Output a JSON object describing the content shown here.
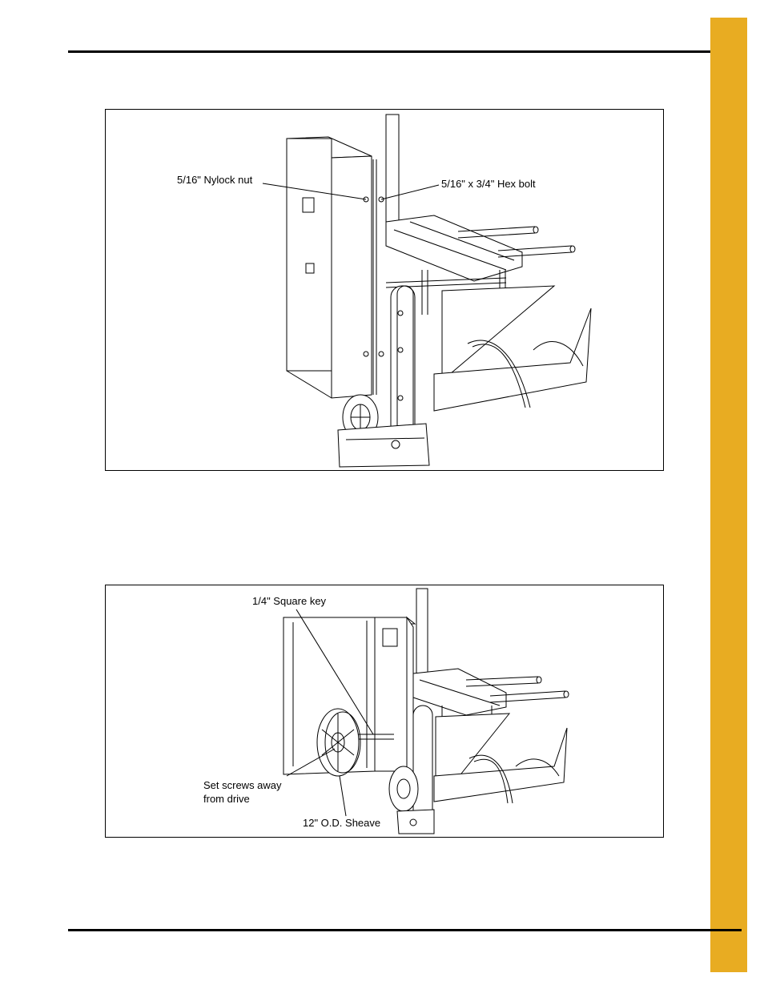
{
  "figure_top": {
    "callouts": {
      "nylock_nut": "5/16\" Nylock nut",
      "hex_bolt": "5/16\" x 3/4\" Hex bolt"
    }
  },
  "figure_bottom": {
    "callouts": {
      "square_key": "1/4\" Square key",
      "set_screws": "Set screws away\nfrom drive",
      "sheave": "12\" O.D. Sheave"
    }
  },
  "colors": {
    "tab": "#e8ac22",
    "rule": "#000000"
  }
}
